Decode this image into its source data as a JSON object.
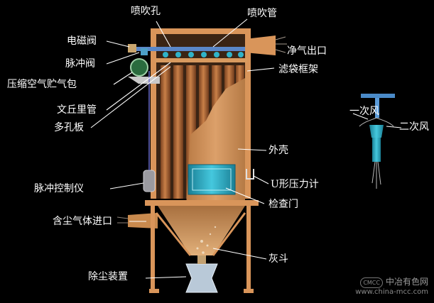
{
  "labels": {
    "pen_chui_kong": "喷吹孔",
    "pen_chui_guan": "喷吹管",
    "dian_ci_fa": "电磁阀",
    "mai_chong_fa": "脉冲阀",
    "ya_suo_kong_qi_bao": "压缩空气贮气包",
    "wen_qiu_li_guan": "文丘里管",
    "duo_kong_ban": "多孔板",
    "jing_qi_chu_kou": "净气出口",
    "lv_dai_kuang_jia": "滤袋框架",
    "wai_ke": "外壳",
    "u_xing_ya_li_ji": "U形压力计",
    "jian_cha_men": "检查门",
    "mai_chong_kong_zhi_yi": "脉冲控制仪",
    "han_chen_qi_ti_jin_kou": "含尘气体进口",
    "hui_dou": "灰斗",
    "chu_chen_zhuang_zhi": "除尘装置",
    "yi_ci_feng": "一次风",
    "er_ci_feng": "二次风"
  },
  "watermark": {
    "logo_text": "CMCC",
    "brand": "中冶有色网",
    "url": "www.china-mcc.com"
  },
  "colors": {
    "background": "#000000",
    "shell": "#c98a4e",
    "shell_edge": "#e0a060",
    "bag": "#b06a35",
    "interior": "#6b4a30",
    "cyan": "#2fb3c9",
    "leader": "#ffffff"
  }
}
